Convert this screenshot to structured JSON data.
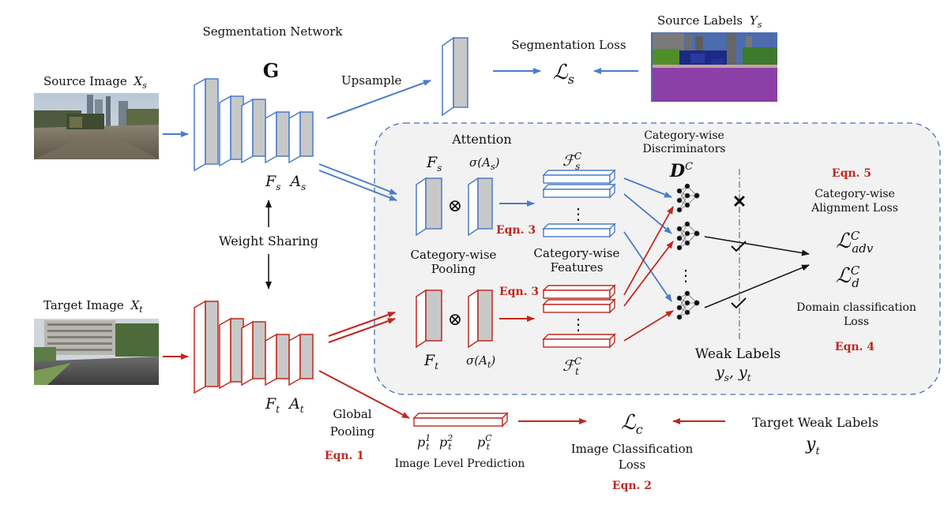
{
  "colors": {
    "blue": "#4a7cc9",
    "red": "#c0281e",
    "panel": "#f2f2f2",
    "panel_border": "#4a6fb5",
    "feat_fill": "#cfcfcf"
  },
  "labels": {
    "segmentation_network": "Segmentation Network",
    "G": "G",
    "source_image": "Source Image",
    "source_image_var": "X",
    "source_image_sub": "s",
    "target_image": "Target Image",
    "target_image_var": "X",
    "target_image_sub": "t",
    "upsample": "Upsample",
    "segmentation_loss": "Segmentation Loss",
    "Ls": "ℒ",
    "Ls_sub": "s",
    "source_labels": "Source Labels",
    "source_labels_var": "Y",
    "source_labels_sub": "s",
    "weight_sharing": "Weight Sharing",
    "Fs": "F",
    "Fs_sub": "s",
    "As": "A",
    "As_sub": "s",
    "Ft": "F",
    "Ft_sub": "t",
    "At": "A",
    "At_sub": "t",
    "attention": "Attention",
    "sigma_As": "σ(A",
    "sigma_As_sub": "s",
    "sigma_close": ")",
    "sigma_At": "σ(A",
    "sigma_At_sub": "t",
    "otimes": "⊗",
    "feat_s": "ℱ",
    "feat_s_sup": "C",
    "feat_s_sub": "s",
    "feat_t": "ℱ",
    "feat_t_sup": "C",
    "feat_t_sub": "t",
    "vdots": "⋮",
    "category_wise_pooling_1": "Category-wise",
    "category_wise_pooling_2": "Pooling",
    "category_wise_features_1": "Category-wise",
    "category_wise_features_2": "Features",
    "discriminators_1": "Category-wise",
    "discriminators_2": "Discriminators",
    "D": "D",
    "D_sup": "C",
    "alignment_loss_1": "Category-wise",
    "alignment_loss_2": "Alignment Loss",
    "L_adv": "ℒ",
    "L_adv_sup": "C",
    "L_adv_sub": "adv",
    "L_d": "ℒ",
    "L_d_sup": "C",
    "L_d_sub": "d",
    "domain_loss_1": "Domain classification",
    "domain_loss_2": "Loss",
    "weak_labels": "Weak Labels",
    "weak_labels_ys": "y",
    "weak_labels_ys_sub": "s",
    "weak_labels_comma": ", ",
    "weak_labels_yt": "y",
    "weak_labels_yt_sub": "t",
    "global_pooling_1": "Global",
    "global_pooling_2": "Pooling",
    "p1": "p",
    "p1_sup": "1",
    "p1_sub": "t",
    "p2": "p",
    "p2_sup": "2",
    "p2_sub": "t",
    "pC": "p",
    "pC_sup": "C",
    "pC_sub": "t",
    "image_level_prediction": "Image Level Prediction",
    "Lc": "ℒ",
    "Lc_sub": "c",
    "image_classification_1": "Image Classification",
    "image_classification_2": "Loss",
    "target_weak_labels": "Target Weak Labels",
    "target_weak_yt": "y",
    "target_weak_yt_sub": "t",
    "cross_mark": "✕",
    "eqn1": "Eqn. 1",
    "eqn2": "Eqn. 2",
    "eqn3a": "Eqn. 3",
    "eqn3b": "Eqn. 3",
    "eqn4": "Eqn. 4",
    "eqn5": "Eqn. 5"
  }
}
